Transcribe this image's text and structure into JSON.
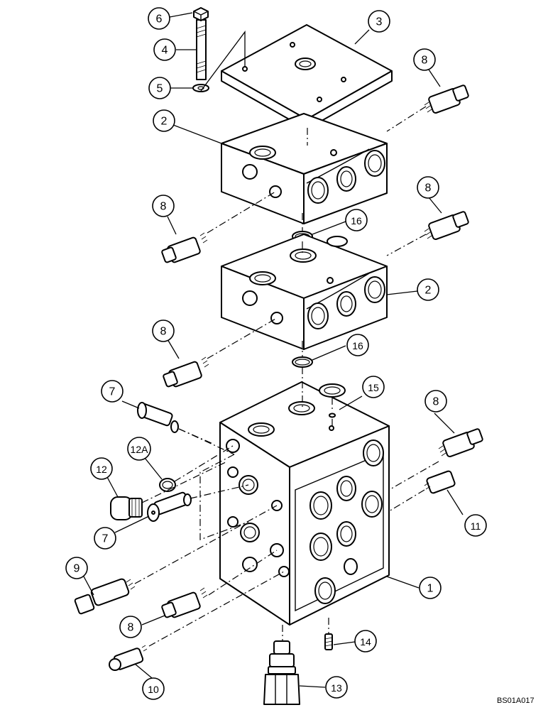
{
  "drawing_code": "BS01A017",
  "callouts": [
    {
      "id": "c6",
      "label": "6"
    },
    {
      "id": "c4",
      "label": "4"
    },
    {
      "id": "c5",
      "label": "5"
    },
    {
      "id": "c3",
      "label": "3"
    },
    {
      "id": "c2a",
      "label": "2"
    },
    {
      "id": "c8a",
      "label": "8"
    },
    {
      "id": "c8b",
      "label": "8"
    },
    {
      "id": "c16a",
      "label": "16"
    },
    {
      "id": "c8c",
      "label": "8"
    },
    {
      "id": "c2b",
      "label": "2"
    },
    {
      "id": "c8d",
      "label": "8"
    },
    {
      "id": "c16b",
      "label": "16"
    },
    {
      "id": "c7a",
      "label": "7"
    },
    {
      "id": "c15",
      "label": "15"
    },
    {
      "id": "c8e",
      "label": "8"
    },
    {
      "id": "c12a",
      "label": "12A"
    },
    {
      "id": "c12",
      "label": "12"
    },
    {
      "id": "c11",
      "label": "11"
    },
    {
      "id": "c7b",
      "label": "7"
    },
    {
      "id": "c9",
      "label": "9"
    },
    {
      "id": "c1",
      "label": "1"
    },
    {
      "id": "c8f",
      "label": "8"
    },
    {
      "id": "c14",
      "label": "14"
    },
    {
      "id": "c10",
      "label": "10"
    },
    {
      "id": "c13",
      "label": "13"
    }
  ]
}
